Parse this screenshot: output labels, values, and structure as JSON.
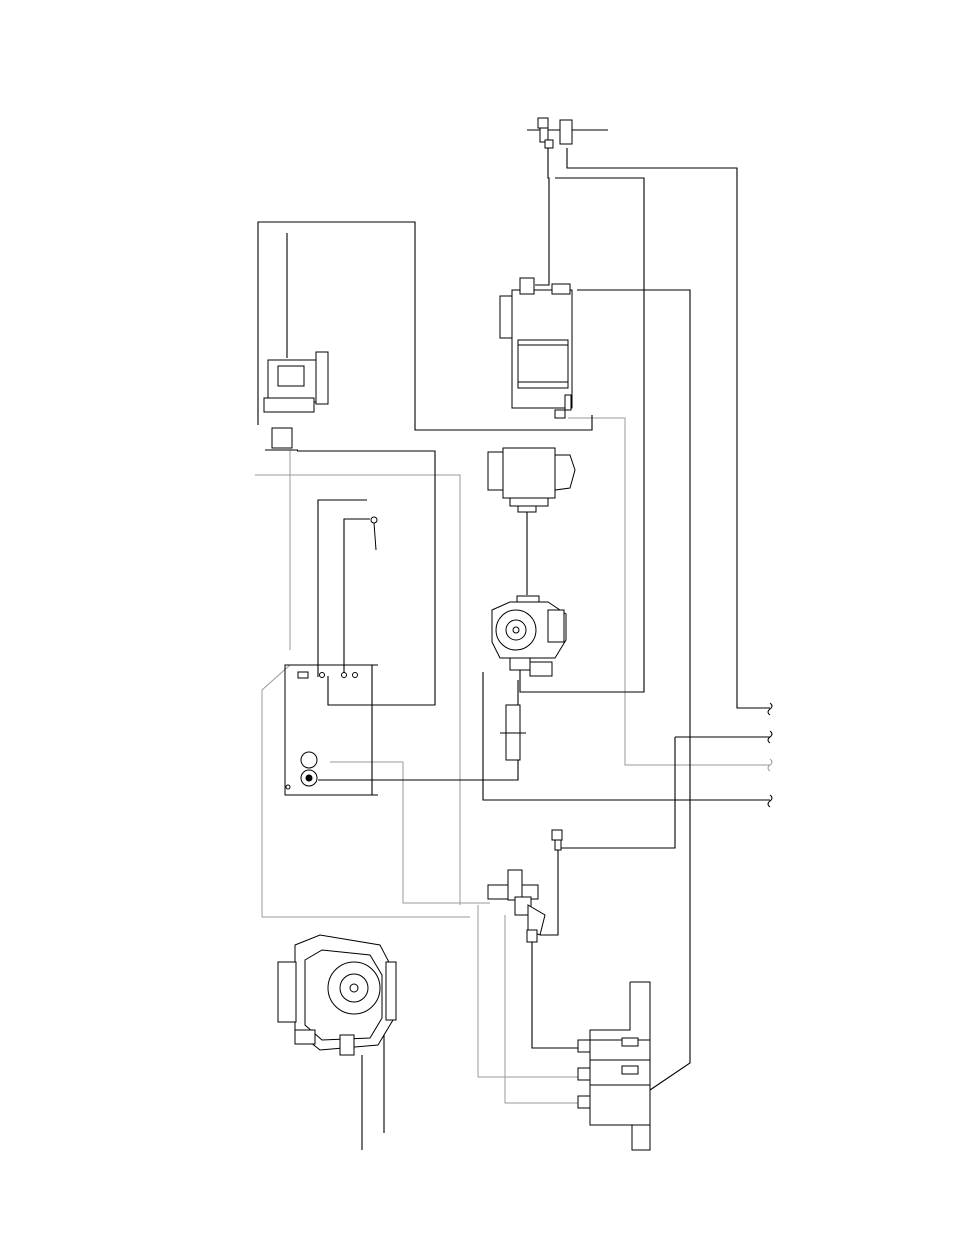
{
  "diagram": {
    "kind": "plumbing schematic",
    "labels": [],
    "colors": {
      "background": "#ffffff",
      "line_dark": "#000000",
      "line_light": "#9a9a9a",
      "fill": "#ffffff"
    },
    "components": [
      {
        "id": "top-valve-assembly",
        "icon": "valve-icon"
      },
      {
        "id": "cylinder-tank",
        "icon": "tank-icon"
      },
      {
        "id": "left-pump-unit",
        "icon": "pump-icon"
      },
      {
        "id": "motor-box",
        "icon": "motor-icon"
      },
      {
        "id": "center-pump",
        "icon": "pump-icon"
      },
      {
        "id": "inline-filter",
        "icon": "filter-icon"
      },
      {
        "id": "control-panel",
        "icon": "panel-icon"
      },
      {
        "id": "manifold-valve",
        "icon": "valve-icon"
      },
      {
        "id": "small-valve",
        "icon": "valve-icon"
      },
      {
        "id": "blower-housing",
        "icon": "blower-icon"
      },
      {
        "id": "bottom-reservoir",
        "icon": "reservoir-icon"
      }
    ],
    "breaks": 4
  }
}
